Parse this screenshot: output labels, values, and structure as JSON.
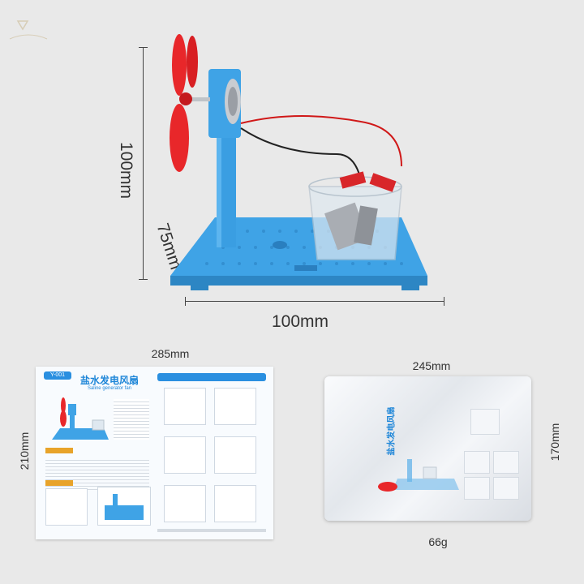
{
  "brand": {
    "watermark": "logo-watermark"
  },
  "model": {
    "height_label": "100mm",
    "depth_label": "75mm",
    "width_label": "100mm"
  },
  "instruction_sheet": {
    "width_label": "285mm",
    "height_label": "210mm",
    "tag": "Y-001",
    "title": "盐水发电风扇",
    "subtitle": "Saline generator fan"
  },
  "package": {
    "width_label": "245mm",
    "height_label": "170mm",
    "weight_label": "66g",
    "title": "盐水发电风扇"
  },
  "colors": {
    "background": "#e9e9e9",
    "base_blue": "#3fa3e6",
    "fan_red": "#e8272a",
    "wire_red": "#d01818"
  }
}
